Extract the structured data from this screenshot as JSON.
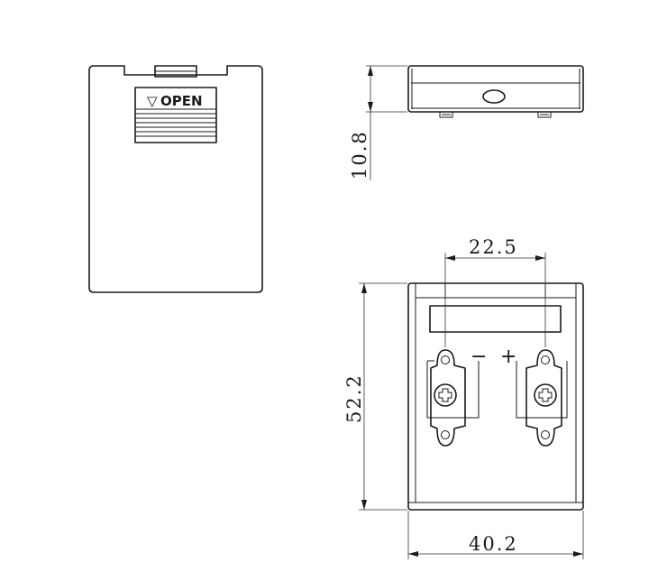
{
  "cover": {
    "open_label": "OPEN",
    "open_arrow": "▽"
  },
  "dimensions": {
    "height_side": "10.8",
    "terminal_spacing": "22.5",
    "body_height": "52.2",
    "body_width": "40.2"
  },
  "polarity": {
    "negative": "−",
    "positive": "+"
  }
}
